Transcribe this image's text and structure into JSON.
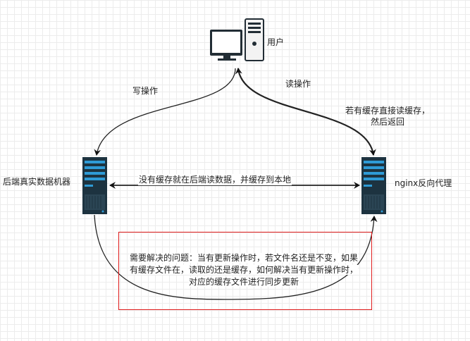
{
  "diagram": {
    "nodes": {
      "user": {
        "label": "用户",
        "icon": "desktop-computer-icon"
      },
      "backend": {
        "label": "后端真实数据机器",
        "icon": "server-icon"
      },
      "nginx": {
        "label": "nginx反向代理",
        "icon": "server-icon"
      }
    },
    "edges": {
      "write": {
        "label": "写操作"
      },
      "read": {
        "label": "读操作"
      },
      "cache_hit": {
        "line1": "若有缓存直接读缓存，",
        "line2": "然后返回"
      },
      "no_cache": {
        "label": "没有缓存就在后端读数据，并缓存到本地"
      }
    },
    "problem": {
      "text": "需要解决的问题：当有更新操作时，若文件名还是不变，如果有缓存文件在，读取的还是缓存，如何解决当有更新操作时，对应的缓存文件进行同步更新"
    }
  },
  "colors": {
    "edge": "#222222",
    "problem_border": "#e01b1b",
    "server_dark": "#1d3340",
    "server_accent": "#2e9bd6",
    "grid": "#ececec"
  }
}
